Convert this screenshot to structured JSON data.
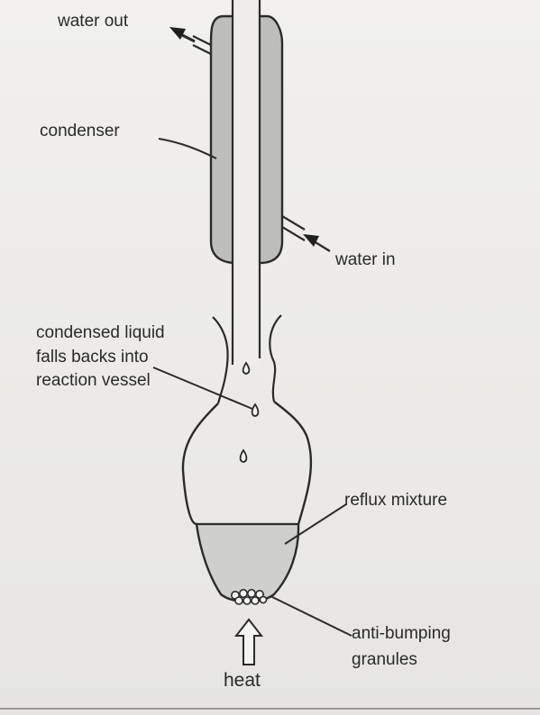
{
  "labels": {
    "water_out": "water out",
    "condenser": "condenser",
    "water_in": "water in",
    "condensed_liquid": "condensed liquid falls backs into reaction vessel",
    "reflux_mixture": "reflux mixture",
    "anti_bumping": "anti-bumping granules",
    "heat": "heat"
  },
  "colors": {
    "line": "#2b2b2b",
    "jacket_fill": "#bdbdbb",
    "liquid_fill": "#cfcfcd",
    "paper": "#eeede9"
  }
}
